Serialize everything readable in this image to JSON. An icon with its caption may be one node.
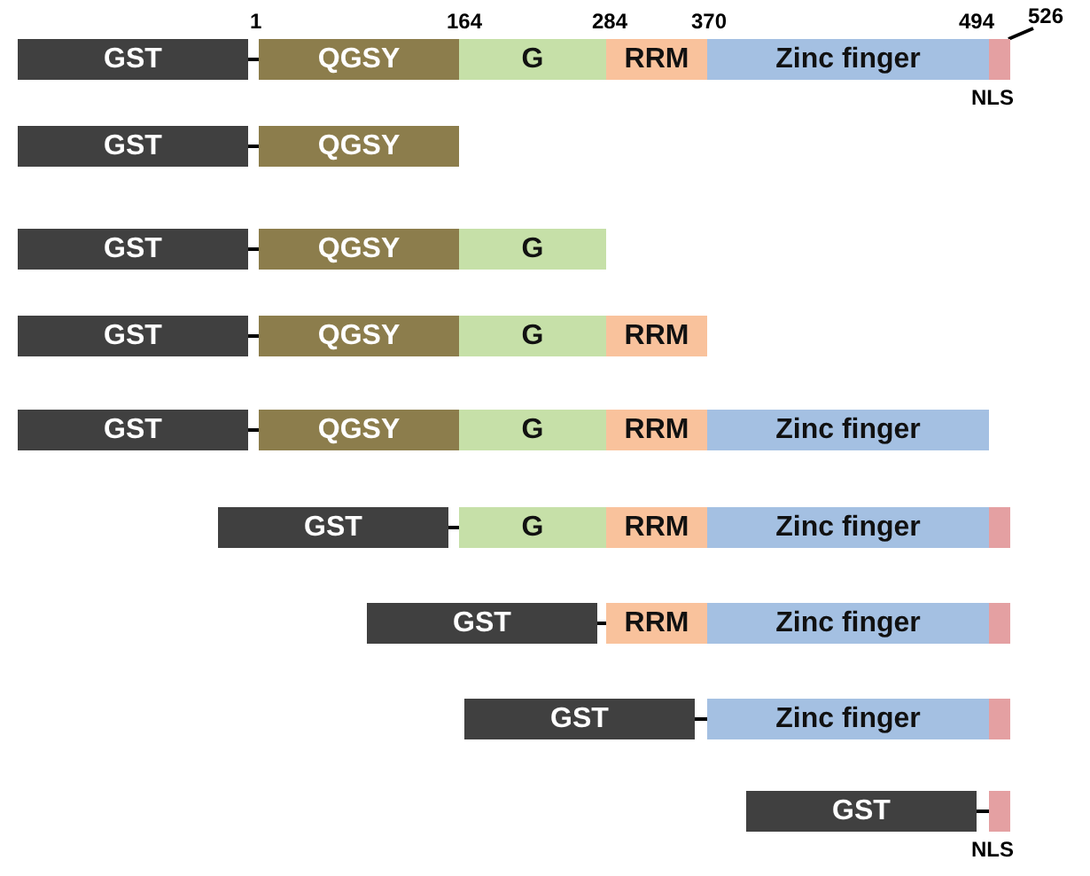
{
  "diagram": {
    "nodes": [
      {
        "text": [
          "526"
        ]
      },
      {
        "text": [
          "GST"
        ]
      },
      {
        "text": [
          "QGSY"
        ]
      },
      {
        "text": [
          "G"
        ]
      },
      {
        "text": [
          "RRM"
        ]
      },
      {
        "text": [
          "Zinc finger"
        ]
      },
      {
        "text": [],
        "shape": "box",
        "beside": [
          "NLS"
        ]
      },
      {
        "text": [
          "GST"
        ]
      },
      {
        "text": [
          "QGSY"
        ]
      },
      {
        "text": [
          "GST"
        ]
      },
      {
        "text": [
          "QGSY"
        ]
      },
      {
        "text": [
          "G"
        ]
      },
      {
        "text": [
          "GST"
        ]
      },
      {
        "text": [
          "QGSY"
        ]
      },
      {
        "text": [
          "G"
        ]
      },
      {
        "text": [
          "RRM"
        ]
      },
      {
        "text": [
          "GST"
        ]
      },
      {
        "text": [
          "QGSY"
        ]
      },
      {
        "text": [
          "G"
        ]
      },
      {
        "text": [
          "RRM"
        ]
      },
      {
        "text": [
          "Zinc finger"
        ]
      },
      {
        "text": [
          "GST"
        ]
      },
      {
        "text": [
          "G"
        ]
      },
      {
        "text": [
          "RRM"
        ]
      },
      {
        "text": [
          "Zinc finger"
        ]
      },
      {
        "text": [],
        "shape": "box"
      },
      {
        "text": [
          "GST"
        ]
      },
      {
        "text": [
          "RRM"
        ]
      },
      {
        "text": [
          "Zinc finger"
        ]
      },
      {
        "text": [],
        "shape": "box"
      },
      {
        "text": [
          "GST"
        ]
      },
      {
        "text": [
          "Zinc finger"
        ]
      },
      {
        "text": [],
        "shape": "box"
      },
      {
        "text": [
          "GST"
        ]
      },
      {
        "text": [],
        "shape": "box",
        "beside": [
          "NLS"
        ]
      }
    ],
    "edges": [
      {
        "from": 0,
        "to": 6,
        "arrow": "none"
      },
      {
        "from": 1,
        "to": 2,
        "arrow": "none"
      },
      {
        "from": 7,
        "to": 8,
        "arrow": "none"
      },
      {
        "from": 9,
        "to": 10,
        "arrow": "none"
      },
      {
        "from": 12,
        "to": 13,
        "arrow": "none"
      },
      {
        "from": 16,
        "to": 17,
        "arrow": "none"
      },
      {
        "from": 21,
        "to": 22,
        "arrow": "none"
      },
      {
        "from": 26,
        "to": 27,
        "arrow": "none"
      },
      {
        "from": 30,
        "to": 31,
        "arrow": "none"
      },
      {
        "from": 33,
        "to": 34,
        "arrow": "none"
      }
    ],
    "labels": [
      "1",
      "164",
      "284",
      "370",
      "494"
    ]
  }
}
